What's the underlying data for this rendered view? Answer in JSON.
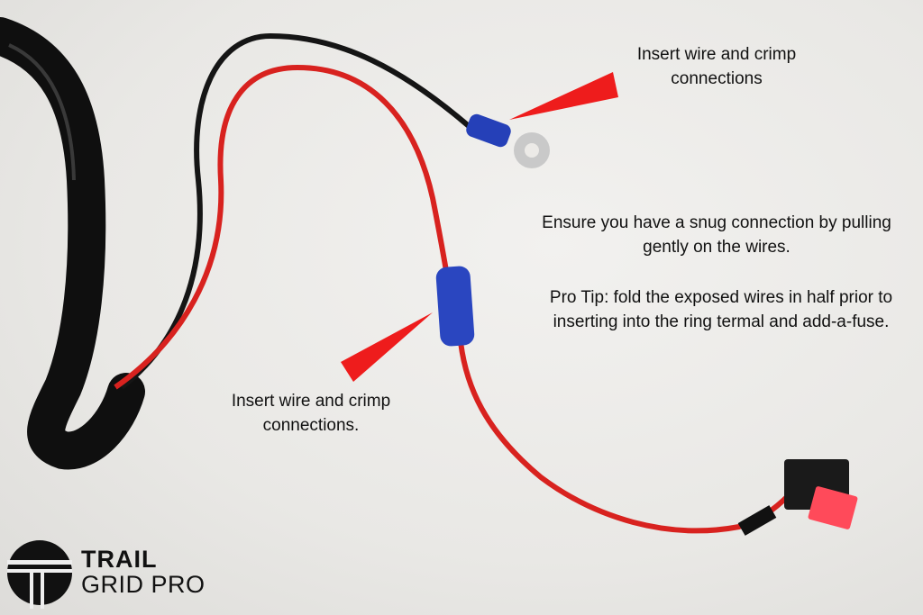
{
  "annotations": {
    "top_right": "Insert wire and crimp connections",
    "middle_left": "Insert wire and crimp connections.",
    "right_note_1": "Ensure you have a snug connection by pulling gently on the wires.",
    "right_note_2": "Pro Tip: fold the exposed wires in half prior to inserting into the ring termal and add-a-fuse."
  },
  "logo": {
    "line1": "TRAIL",
    "line2": "GRID PRO"
  },
  "colors": {
    "arrow": "#ee1c1c",
    "red_wire": "#d8221f",
    "black_wire": "#151515",
    "connector_blue": "#2540b8"
  }
}
